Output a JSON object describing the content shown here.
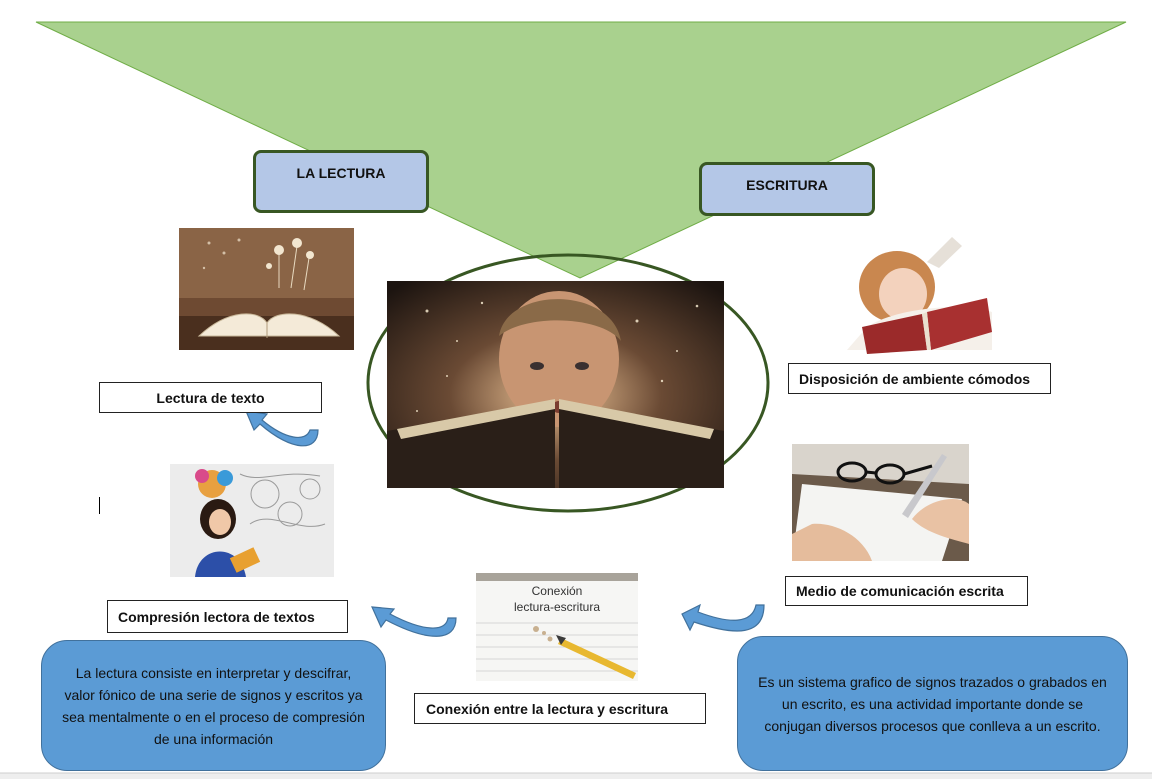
{
  "headers": {
    "reading": "LA LECTURA",
    "writing": "ESCRITURA"
  },
  "labels": {
    "text_reading": "Lectura de texto",
    "comfortable_environment": "Disposición de ambiente cómodos",
    "written_communication": "Medio de comunicación escrita",
    "reading_comprehension": "Compresión lectora de textos",
    "connection": "Conexión entre la lectura y escritura"
  },
  "descriptions": {
    "reading": "La lectura consiste en interpretar y descifrar, valor fónico de una serie de signos y escritos ya sea mentalmente o en el proceso de compresión de una información",
    "writing": "Es un sistema grafico de signos trazados o grabados en un escrito, es una actividad importante donde se conjugan diversos procesos que conlleva a un escrito."
  },
  "image_captions": {
    "connection_line1": "Conexión",
    "connection_line2": "lectura-escritura"
  },
  "colors": {
    "triangle_fill": "#a9d18e",
    "triangle_stroke": "#70ad47",
    "header_fill": "#b4c7e7",
    "border_dark_green": "#385723",
    "description_fill": "#5b9bd5",
    "arrow_fill": "#5b9bd5"
  }
}
